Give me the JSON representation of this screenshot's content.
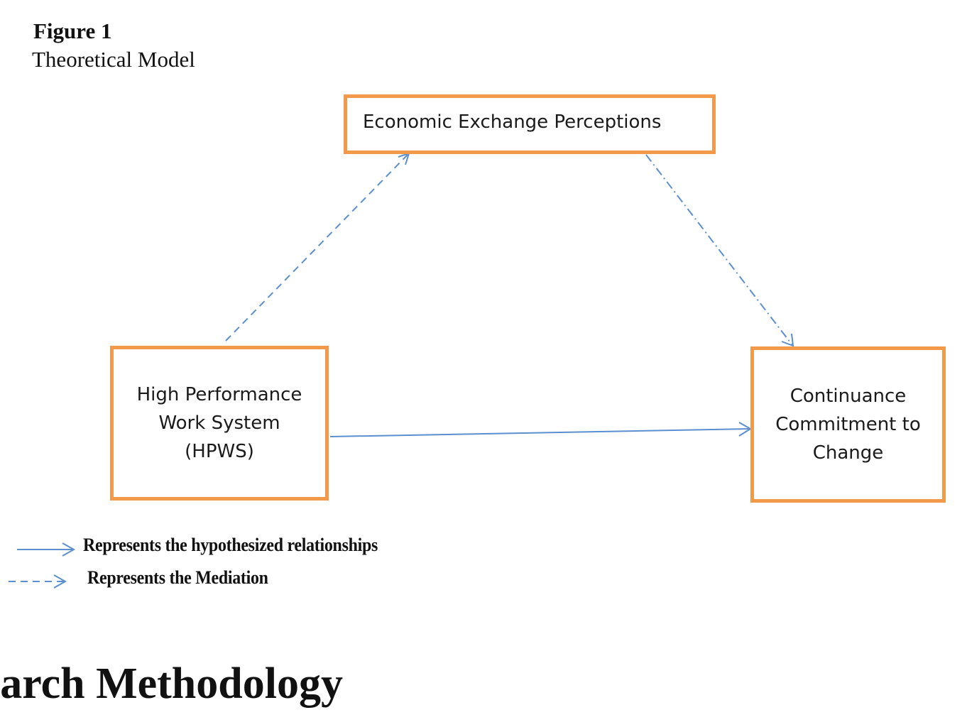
{
  "figure": {
    "number": "Figure 1",
    "title": "Theoretical Model"
  },
  "diagram": {
    "nodes": {
      "economic_exchange": "Economic Exchange Perceptions",
      "hpws": "High Performance\nWork System\n(HPWS)",
      "continuance": "Continuance\nCommitment to\nChange"
    },
    "colors": {
      "box_border": "#f29a4a",
      "arrow": "#5b8fd0"
    }
  },
  "legend": {
    "solid": "Represents the hypothesized relationships",
    "dashed": "Represents the Mediation"
  },
  "section_heading": "Research Methodology"
}
